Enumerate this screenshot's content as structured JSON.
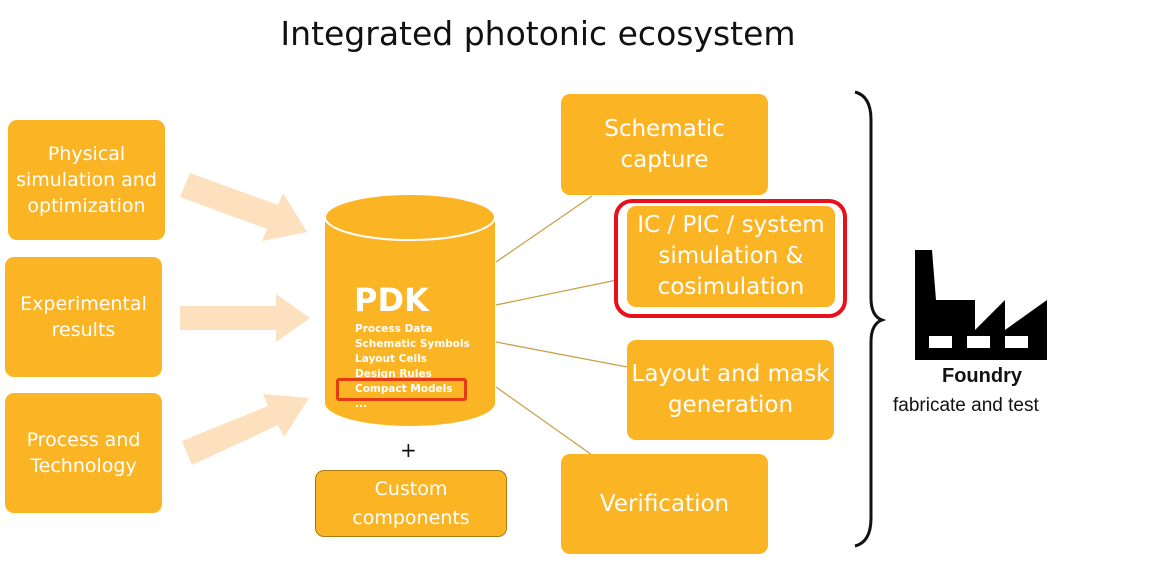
{
  "title": "Integrated photonic ecosystem",
  "inputs": [
    {
      "lines": [
        "Physical",
        "simulation and",
        "optimization"
      ]
    },
    {
      "lines": [
        "Experimental",
        "results"
      ]
    },
    {
      "lines": [
        "Process and",
        "Technology"
      ]
    }
  ],
  "pdk": {
    "title": "PDK",
    "items": [
      "Process Data",
      "Schematic Symbols",
      "Layout Cells",
      "Design Rules",
      "Compact Models",
      "..."
    ],
    "highlighted_item": "Compact Models"
  },
  "plus": "+",
  "custom": {
    "lines": [
      "Custom",
      "components"
    ]
  },
  "tools": [
    {
      "lines": [
        "Schematic",
        "capture"
      ]
    },
    {
      "lines": [
        "IC / PIC / system",
        "simulation &",
        "cosimulation"
      ]
    },
    {
      "lines": [
        "Layout and mask",
        "generation"
      ]
    },
    {
      "lines": [
        "Verification"
      ]
    }
  ],
  "highlighted_tool": "IC / PIC / system simulation & cosimulation",
  "foundry": {
    "label": "Foundry",
    "sublabel": "fabricate and test",
    "icon": "factory-icon"
  },
  "colors": {
    "box": "#fbb424",
    "arrow": "#fde0bd",
    "highlight": "#e8101a",
    "connector": "#c8a24a"
  }
}
